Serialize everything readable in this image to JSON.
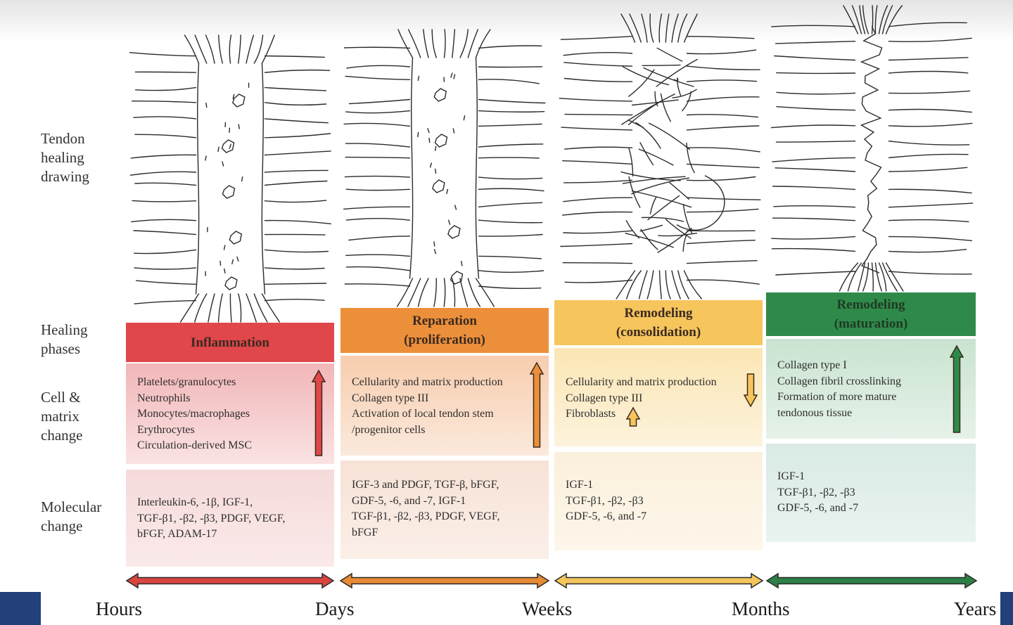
{
  "row_labels": {
    "drawing": [
      "Tendon",
      "healing",
      "drawing"
    ],
    "phases": [
      "Healing",
      "phases"
    ],
    "cell_matrix": [
      "Cell &",
      "matrix",
      "change"
    ],
    "molecular": [
      "Molecular",
      "change"
    ]
  },
  "phases": [
    {
      "title_lines": [
        "Inflammation"
      ],
      "header_color": "#e0474a",
      "cell_items": [
        "Platelets/granulocytes",
        "Neutrophils",
        "Monocytes/macrophages",
        "Erythrocytes",
        "Circulation-derived MSC"
      ],
      "cell_trend": "up",
      "molecular_lines": [
        "Interleukin-6, -1β, IGF-1,",
        "TGF-β1, -β2, -β3, PDGF, VEGF,",
        "bFGF, ADAM-17"
      ]
    },
    {
      "title_lines": [
        "Reparation",
        "(proliferation)"
      ],
      "header_color": "#ec8f3a",
      "cell_items": [
        "Cellularity and matrix production",
        "Collagen type III",
        "Activation of local tendon stem",
        "/progenitor cells"
      ],
      "cell_trend": "up",
      "molecular_lines": [
        "IGF-3 and PDGF, TGF-β, bFGF,",
        "GDF-5, -6, and -7, IGF-1",
        "TGF-β1, -β2, -β3, PDGF, VEGF,",
        "bFGF"
      ]
    },
    {
      "title_lines": [
        "Remodeling",
        "(consolidation)"
      ],
      "header_color": "#f6c55c",
      "cell_items": [
        "Cellularity and matrix production",
        "Collagen type III",
        "Fibroblasts"
      ],
      "cell_trend": "down",
      "molecular_lines": [
        "IGF-1",
        "TGF-β1, -β2, -β3",
        "GDF-5, -6, and -7"
      ]
    },
    {
      "title_lines": [
        "Remodeling",
        "(maturation)"
      ],
      "header_color": "#2f8a4a",
      "cell_items": [
        "Collagen type I",
        "Collagen fibril crosslinking",
        "Formation of more mature",
        "tendonous tissue"
      ],
      "cell_trend": "up",
      "molecular_lines": [
        "IGF-1",
        "TGF-β1, -β2, -β3",
        "GDF-5, -6, and -7"
      ]
    }
  ],
  "timeline": [
    "Hours",
    "Days",
    "Weeks",
    "Months",
    "Years"
  ],
  "timeline_arrow_colors": [
    "#d8453f",
    "#e68a34",
    "#f3c55c",
    "#2d7f45"
  ],
  "colors": {
    "navy": "#23407a"
  }
}
